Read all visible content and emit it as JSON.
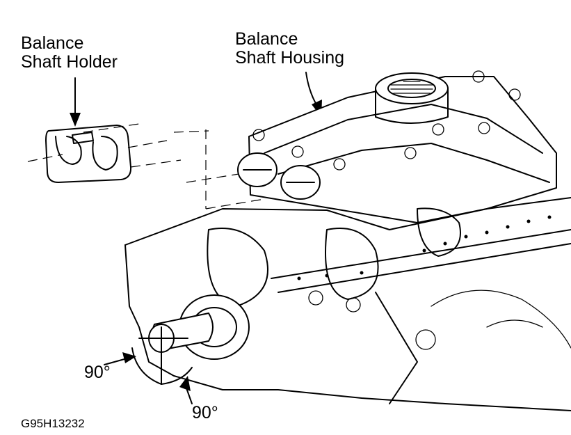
{
  "labels": {
    "holder": [
      "Balance",
      "Shaft Holder"
    ],
    "housing": [
      "Balance",
      "Shaft Housing"
    ],
    "angle_left": "90°",
    "angle_right": "90°",
    "figure_id": "G95H13232"
  },
  "colors": {
    "ink": "#000000",
    "paper": "#ffffff"
  }
}
